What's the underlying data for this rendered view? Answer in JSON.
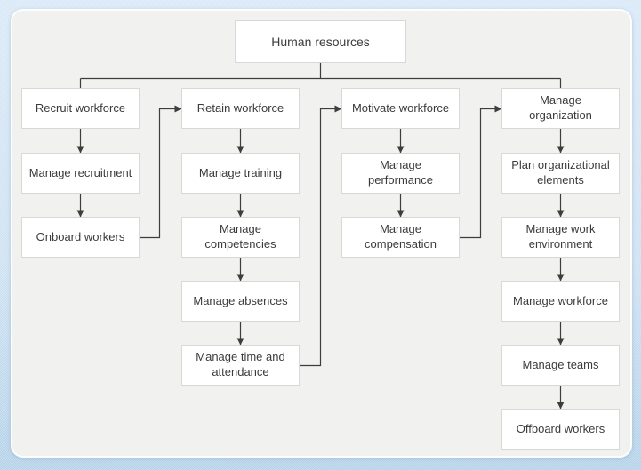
{
  "root": {
    "id": "human-resources",
    "label": "Human resources"
  },
  "columns": [
    {
      "nodes": [
        {
          "id": "recruit-workforce",
          "label": "Recruit workforce"
        },
        {
          "id": "manage-recruitment",
          "label": "Manage recruitment"
        },
        {
          "id": "onboard-workers",
          "label": "Onboard workers"
        }
      ]
    },
    {
      "nodes": [
        {
          "id": "retain-workforce",
          "label": "Retain workforce"
        },
        {
          "id": "manage-training",
          "label": "Manage training"
        },
        {
          "id": "manage-competencies",
          "label": "Manage\ncompetencies"
        },
        {
          "id": "manage-absences",
          "label": "Manage absences"
        },
        {
          "id": "manage-time-and-attendance",
          "label": "Manage time and\nattendance"
        }
      ]
    },
    {
      "nodes": [
        {
          "id": "motivate-workforce",
          "label": "Motivate workforce"
        },
        {
          "id": "manage-performance",
          "label": "Manage\nperformance"
        },
        {
          "id": "manage-compensation",
          "label": "Manage\ncompensation"
        }
      ]
    },
    {
      "nodes": [
        {
          "id": "manage-organization",
          "label": "Manage\norganization"
        },
        {
          "id": "plan-organizational-elements",
          "label": "Plan organizational\nelements"
        },
        {
          "id": "manage-work-environment",
          "label": "Manage work\nenvironment"
        },
        {
          "id": "manage-workforce",
          "label": "Manage workforce"
        },
        {
          "id": "manage-teams",
          "label": "Manage teams"
        },
        {
          "id": "offboard-workers",
          "label": "Offboard workers"
        }
      ]
    }
  ],
  "edges": [
    [
      "human-resources",
      "recruit-workforce"
    ],
    [
      "human-resources",
      "manage-organization"
    ],
    [
      "recruit-workforce",
      "manage-recruitment"
    ],
    [
      "manage-recruitment",
      "onboard-workers"
    ],
    [
      "onboard-workers",
      "retain-workforce"
    ],
    [
      "retain-workforce",
      "manage-training"
    ],
    [
      "manage-training",
      "manage-competencies"
    ],
    [
      "manage-competencies",
      "manage-absences"
    ],
    [
      "manage-absences",
      "manage-time-and-attendance"
    ],
    [
      "manage-time-and-attendance",
      "motivate-workforce"
    ],
    [
      "motivate-workforce",
      "manage-performance"
    ],
    [
      "manage-performance",
      "manage-compensation"
    ],
    [
      "manage-compensation",
      "manage-organization"
    ],
    [
      "manage-organization",
      "plan-organizational-elements"
    ],
    [
      "plan-organizational-elements",
      "manage-work-environment"
    ],
    [
      "manage-work-environment",
      "manage-workforce"
    ],
    [
      "manage-workforce",
      "manage-teams"
    ],
    [
      "manage-teams",
      "offboard-workers"
    ]
  ],
  "colors": {
    "frame_background_top": "#d9e9f7",
    "frame_background_bottom": "#b5d2e9",
    "panel_background": "#f1f1f0",
    "panel_border": "#fbfdfe",
    "node_background": "#ffffff",
    "node_border": "#d8d8d8",
    "connector": "#3d3d3d",
    "text": "#3b3b3b"
  }
}
